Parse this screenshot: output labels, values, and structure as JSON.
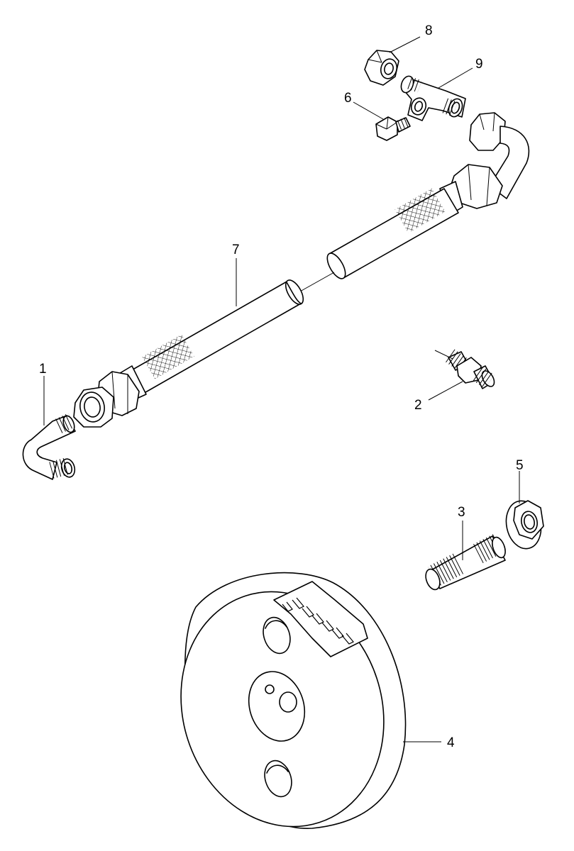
{
  "diagram": {
    "labels": {
      "p1": "1",
      "p2": "2",
      "p3": "3",
      "p4": "4",
      "p5": "5",
      "p6": "6",
      "p7": "7",
      "p8": "8",
      "p9": "9"
    }
  }
}
